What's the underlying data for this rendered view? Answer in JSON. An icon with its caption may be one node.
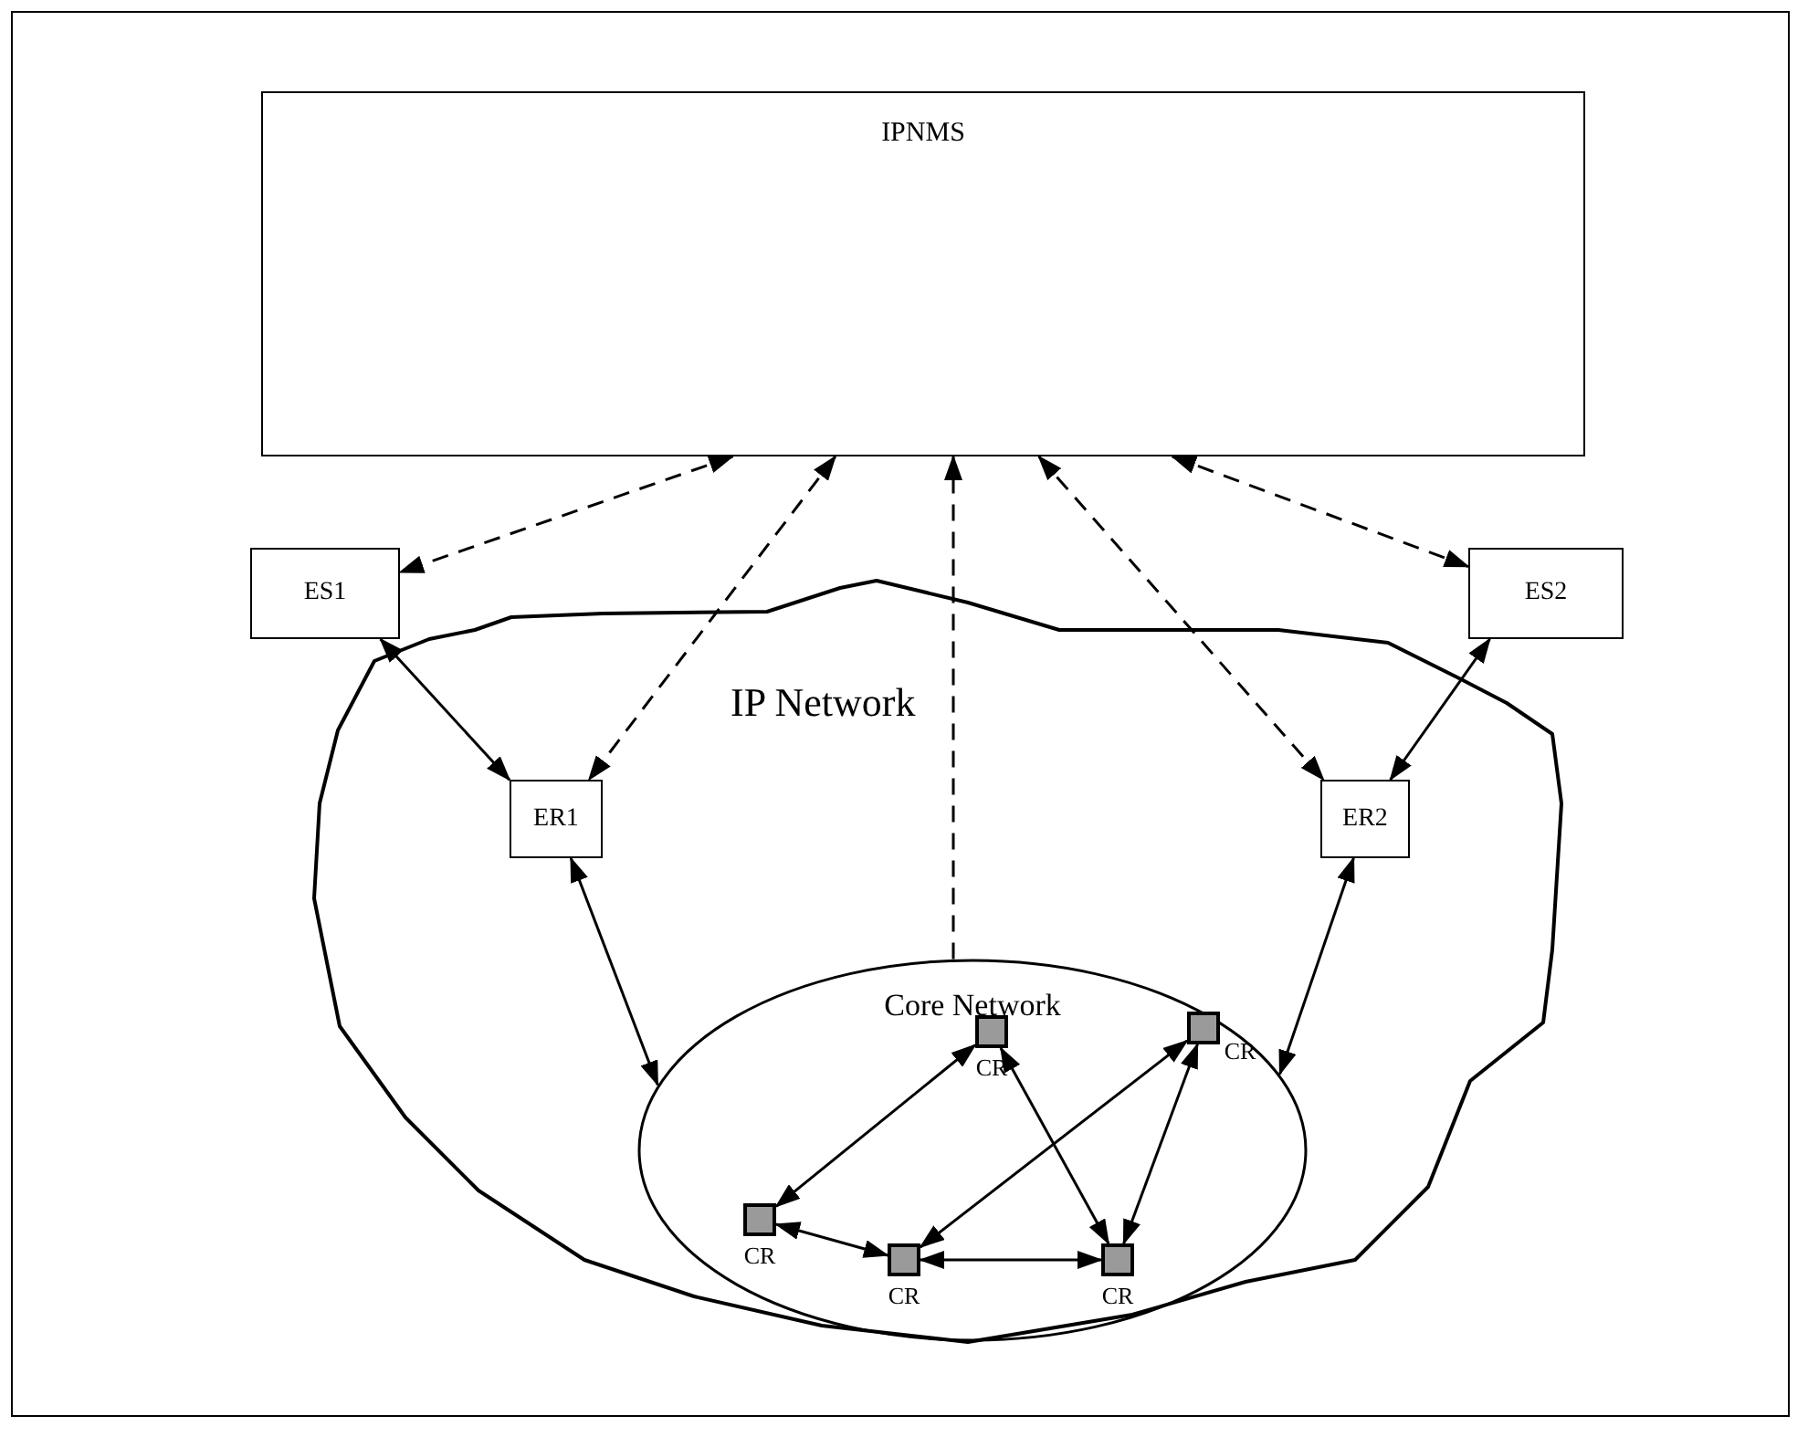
{
  "diagram": {
    "nodes": [
      {
        "text": [
          "IPNMS"
        ]
      },
      {
        "text": [
          "ES1"
        ]
      },
      {
        "text": [
          "ES2"
        ]
      },
      {
        "text": [
          "IP Network"
        ]
      },
      {
        "text": [
          "ER1"
        ],
        "in": 3
      },
      {
        "text": [
          "ER2"
        ],
        "in": 3
      },
      {
        "text": [
          "Core Network"
        ],
        "in": 3
      },
      {
        "text": [
          "CR"
        ],
        "in": 6
      },
      {
        "text": [
          "CR"
        ],
        "in": 6
      },
      {
        "text": [
          "CR"
        ],
        "in": 6
      },
      {
        "text": [
          "CR"
        ],
        "in": 6
      },
      {
        "text": [
          "CR"
        ],
        "in": 6
      }
    ],
    "edges": [
      {
        "from": 0,
        "to": 1,
        "arrow": "both",
        "style": "dashed"
      },
      {
        "from": 0,
        "to": 4,
        "arrow": "both",
        "style": "dashed"
      },
      {
        "from": 6,
        "to": 0,
        "arrow": "to",
        "style": "dashed"
      },
      {
        "from": 0,
        "to": 5,
        "arrow": "both",
        "style": "dashed"
      },
      {
        "from": 0,
        "to": 2,
        "arrow": "both",
        "style": "dashed"
      },
      {
        "from": 1,
        "to": 4,
        "arrow": "both"
      },
      {
        "from": 2,
        "to": 5,
        "arrow": "both"
      },
      {
        "from": 4,
        "to": 6,
        "arrow": "both"
      },
      {
        "from": 5,
        "to": 6,
        "arrow": "both"
      },
      {
        "from": 7,
        "to": 8,
        "arrow": "both"
      },
      {
        "from": 8,
        "to": 11,
        "arrow": "both"
      },
      {
        "from": 9,
        "to": 10,
        "arrow": "both"
      },
      {
        "from": 9,
        "to": 11,
        "arrow": "both"
      },
      {
        "from": 7,
        "to": 10,
        "arrow": "both"
      },
      {
        "from": 10,
        "to": 11,
        "arrow": "both"
      }
    ]
  }
}
